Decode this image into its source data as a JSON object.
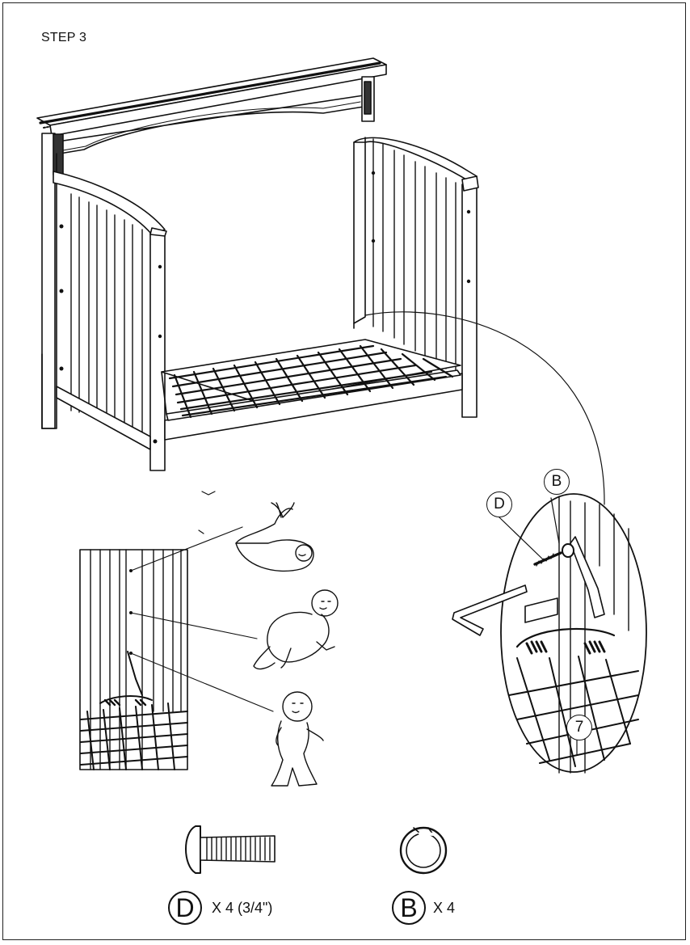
{
  "page": {
    "step_label": "STEP 3"
  },
  "callouts": {
    "screw": "D",
    "washer": "B",
    "spring": "7"
  },
  "parts": [
    {
      "letter": "D",
      "qty": "X 4 (3/4\")",
      "icon": "bolt-icon"
    },
    {
      "letter": "B",
      "qty": "X 4",
      "icon": "lock-washer-icon"
    }
  ],
  "figures": {
    "crib": "crib-frame-illustration",
    "height_detail": "mattress-height-detail",
    "infant": "newborn-bundle-icon",
    "crawler": "crawling-baby-icon",
    "toddler": "standing-toddler-icon",
    "zoom": "spring-attach-zoom-detail",
    "allen_key": "allen-key-icon"
  }
}
